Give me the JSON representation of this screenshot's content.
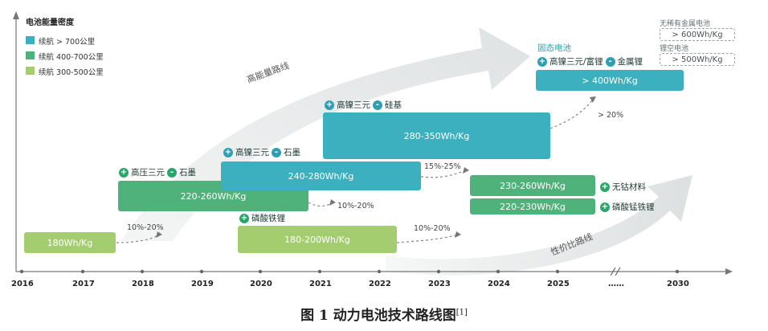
{
  "y_axis_title": "电池能量密度",
  "legend": [
    {
      "label": "续航 > 700公里",
      "color": "#3cb0bf"
    },
    {
      "label": "续航 400-700公里",
      "color": "#4fb27a"
    },
    {
      "label": "续航 300-500公里",
      "color": "#a4cd6f"
    }
  ],
  "routes": {
    "high_energy": "高能量路线",
    "cost_perf": "性价比路线"
  },
  "boxes": {
    "b_180": "180Wh/Kg",
    "b_220_260_a": "220-260Wh/Kg",
    "b_240_280": "240-280Wh/Kg",
    "b_180_200": "180-200Wh/Kg",
    "b_280_350": "280-350Wh/Kg",
    "b_230_260": "230-260Wh/Kg",
    "b_220_230": "220-230Wh/Kg",
    "b_400": "> 400Wh/Kg"
  },
  "tags": {
    "plus_1": "+",
    "gaoya": "高压三元",
    "minus_1": "-",
    "shimo_1": "石墨",
    "plus_2": "+",
    "gaonie_1": "高镍三元",
    "minus_2": "-",
    "shimo_2": "石墨",
    "plus_3": "+",
    "linsuan": "磷酸铁锂",
    "plus_4": "+",
    "gaonie_2": "高镍三元",
    "minus_3": "-",
    "guiji": "硅基",
    "solid_title": "固态电池",
    "plus_5": "+",
    "gaonie_fuli": "高镍三元/富锂",
    "minus_4": "-",
    "jinshuli": "金属锂",
    "plus_6": "+",
    "wugu": "无钴材料",
    "plus_7": "+",
    "linsuan_mn": "磷酸锰铁锂"
  },
  "pcts": {
    "p1": "10%-20%",
    "p2": "10%-20%",
    "p3": "15%-25%",
    "p4": "10%-20%",
    "p5": "> 20%"
  },
  "future": {
    "label_1": "无稀有金属电池",
    "value_1": "> 600Wh/Kg",
    "label_2": "锂空电池",
    "value_2": "> 500Wh/Kg"
  },
  "years": [
    "2016",
    "2017",
    "2018",
    "2019",
    "2020",
    "2021",
    "2022",
    "2023",
    "2024",
    "2025",
    "……",
    "2030"
  ],
  "caption": {
    "title": "图  1  动力电池技术路线图",
    "ref": "[1]"
  }
}
